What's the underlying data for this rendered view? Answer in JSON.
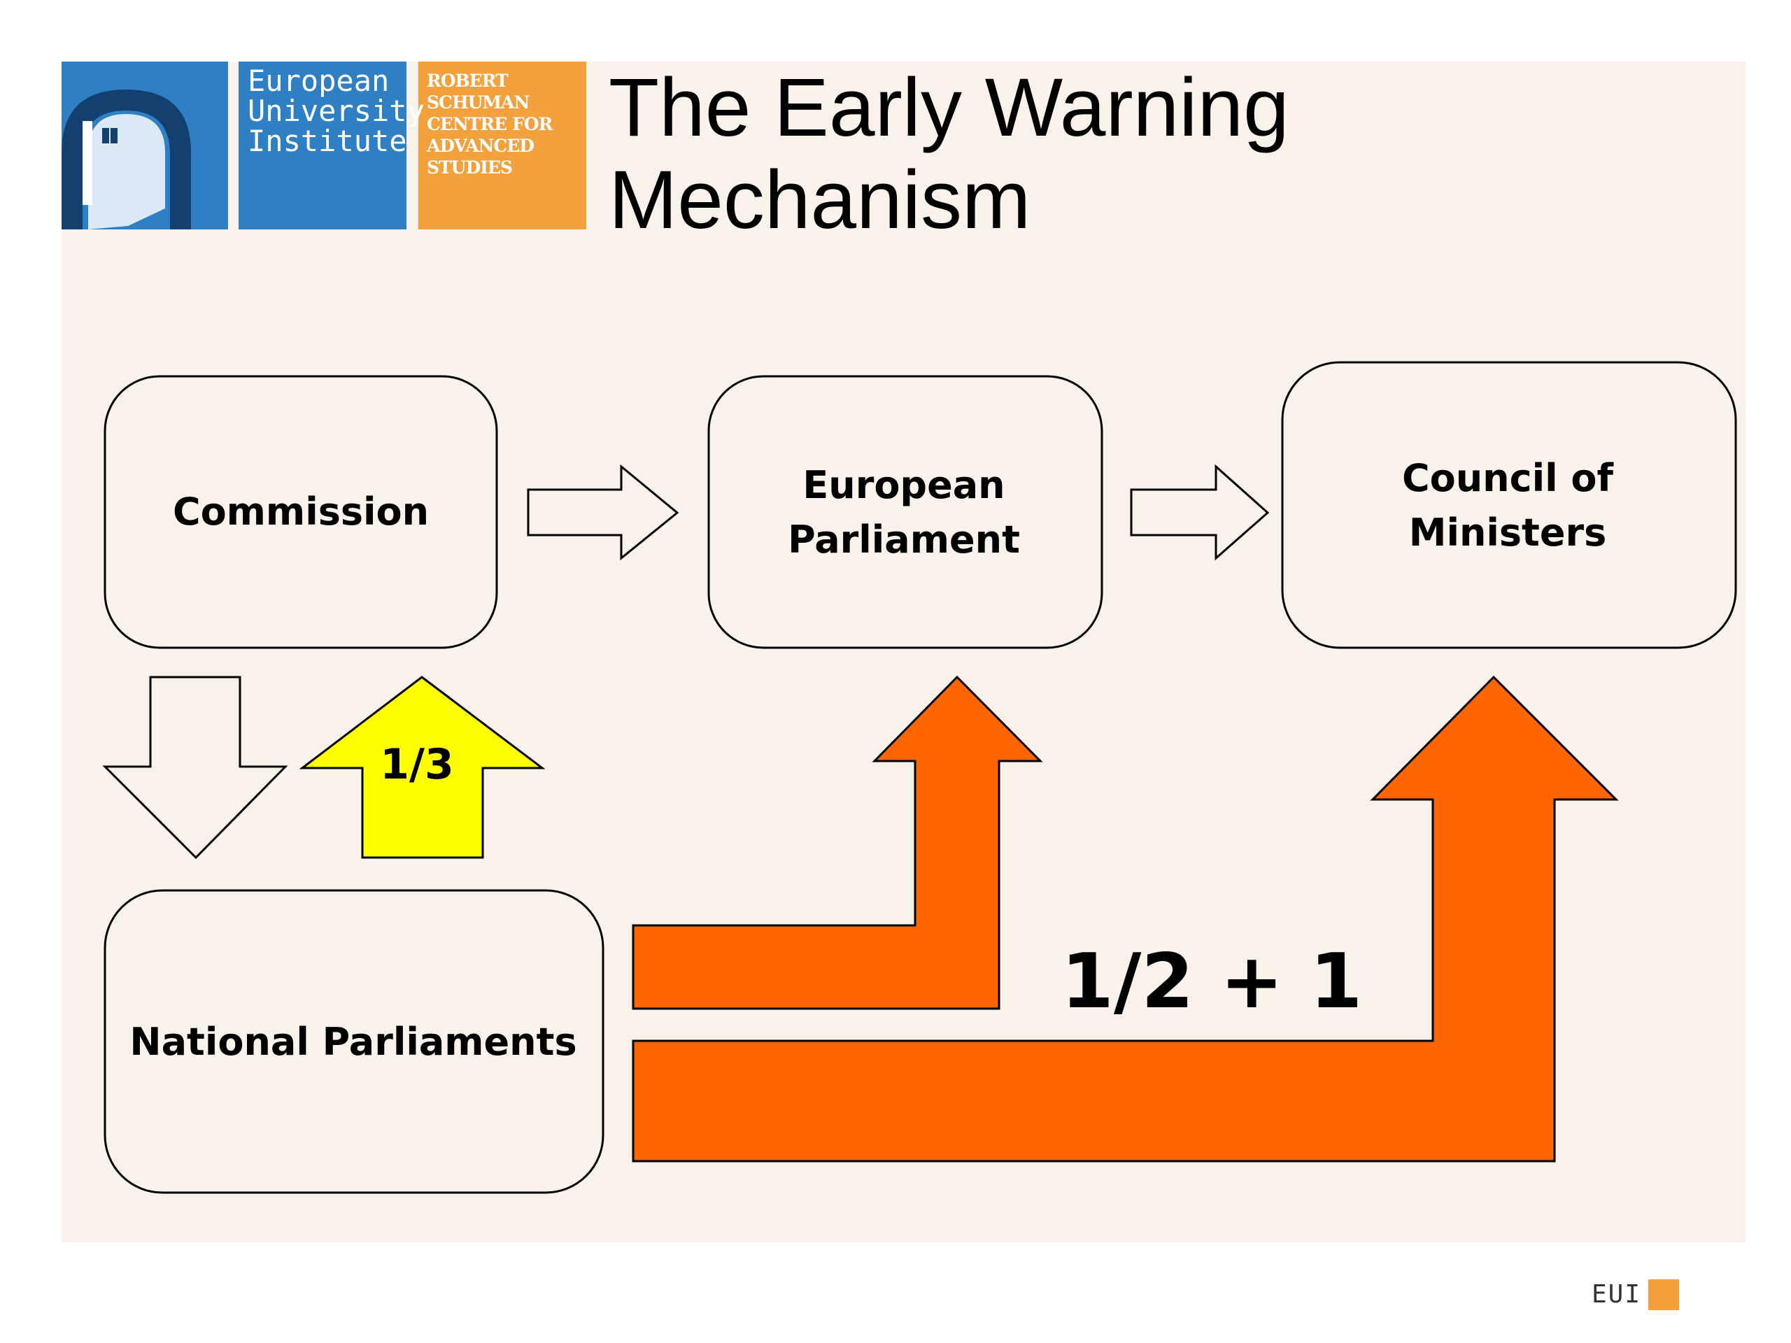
{
  "title": "The Early Warning\nMechanism",
  "logo": {
    "institute": "European\nUniversity\nInstitute",
    "centre": "ROBERT\nSCHUMAN\nCENTRE FOR\nADVANCED\nSTUDIES"
  },
  "nodes": {
    "commission": "Commission",
    "european_parliament": [
      "European",
      "Parliament"
    ],
    "council": [
      "Council of",
      "Ministers"
    ],
    "national_parliaments": "National Parliaments"
  },
  "labels": {
    "one_third": "1/3",
    "half_plus_one": "1/2 + 1"
  },
  "footer": "EUI",
  "colors": {
    "slide_bg": "#f9f2ea",
    "logo_blue": "#2f7fc4",
    "logo_orange": "#f3a13c",
    "yellow_arrow": "#ffff00",
    "orange_arrow": "#ff6600"
  }
}
